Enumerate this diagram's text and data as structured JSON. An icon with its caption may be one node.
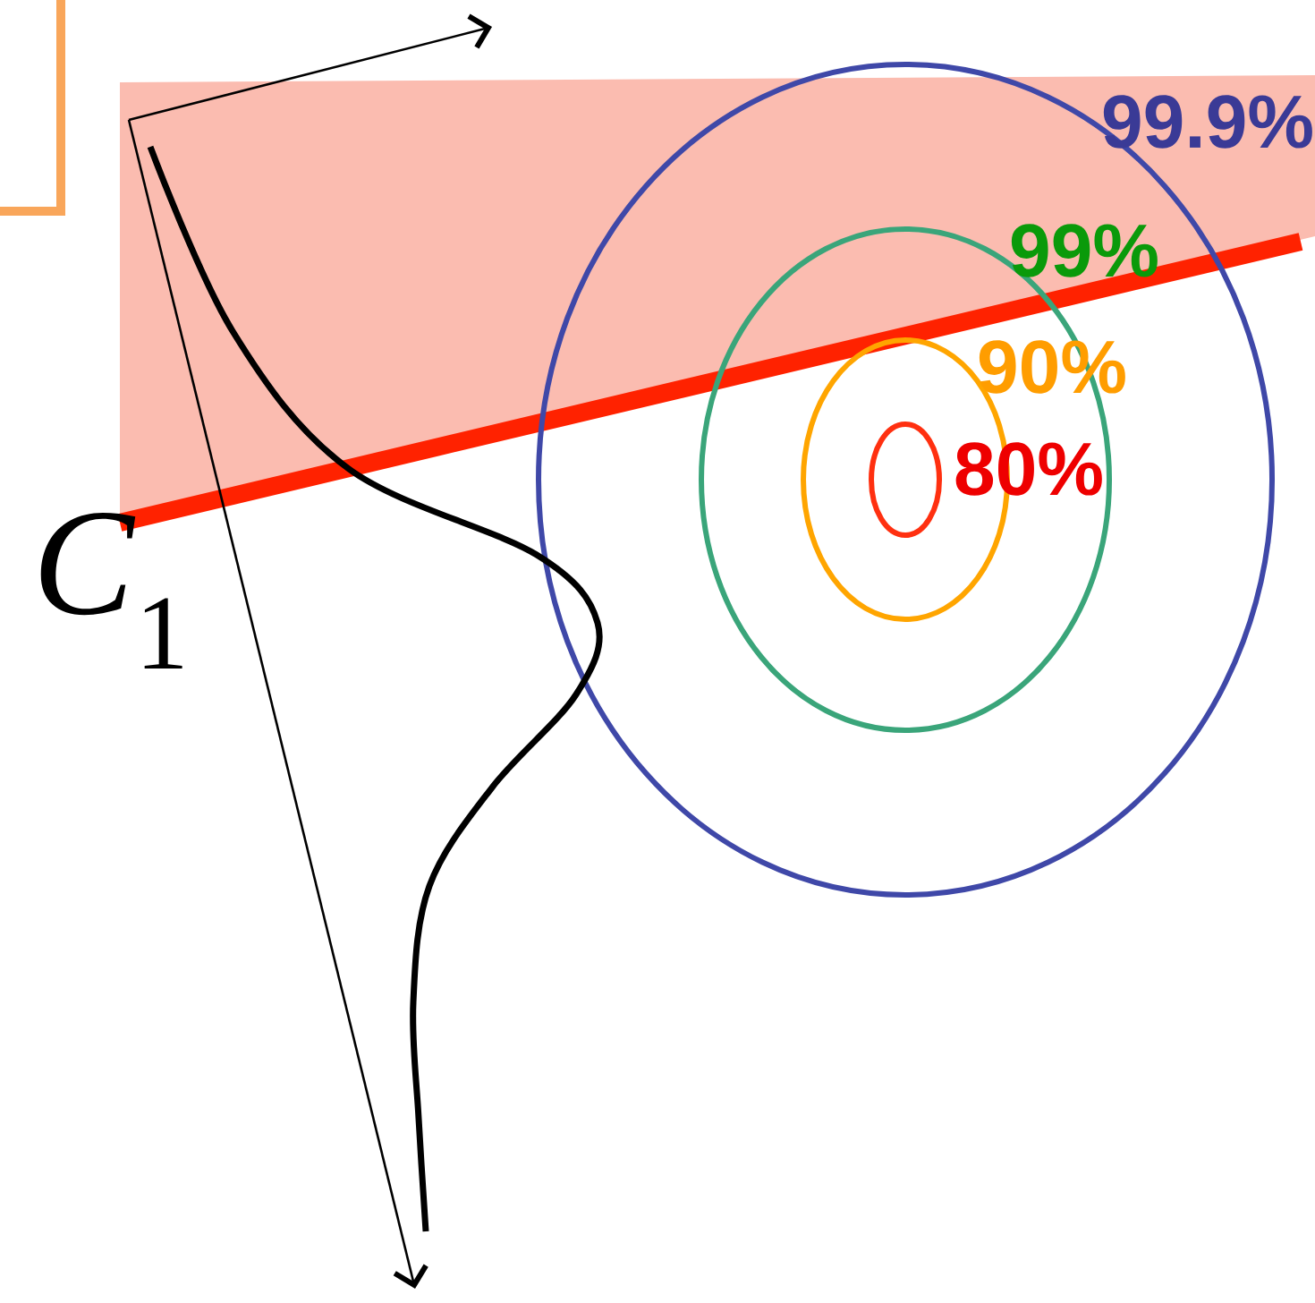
{
  "diagram": {
    "labels": [
      "99.9%",
      "99%",
      "90%",
      "80%",
      "*C*$_{1}$"
    ]
  }
}
